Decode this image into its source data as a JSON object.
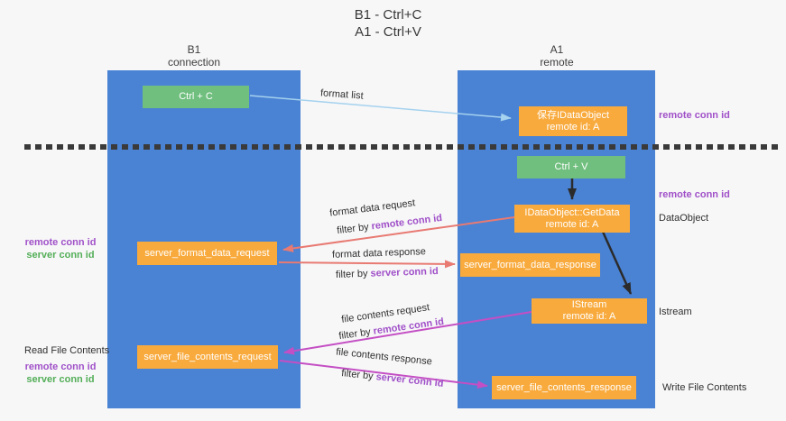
{
  "colors": {
    "lane_blue": "#4a82d4",
    "box_green": "#70bf7e",
    "box_orange": "#f8aa3d",
    "arrow_blue": "#a5d2ee",
    "arrow_salmon": "#e87a72",
    "arrow_magenta": "#c44fc4",
    "text_purple": "#a050c8",
    "text_green": "#53ae57"
  },
  "title": {
    "line1": "B1 - Ctrl+C",
    "line2": "A1 - Ctrl+V"
  },
  "lanes": {
    "left": {
      "name": "B1",
      "sub": "connection"
    },
    "right": {
      "name": "A1",
      "sub": "remote"
    }
  },
  "boxes": {
    "ctrl_c": "Ctrl + C",
    "ctrl_v": "Ctrl + V",
    "save_dataobject": {
      "line1": "保存IDataObject",
      "line2": "remote id: A"
    },
    "getdata": {
      "line1": "IDataObject::GetData",
      "line2": "remote id: A"
    },
    "istream": {
      "line1": "IStream",
      "line2": "remote id: A"
    },
    "format_request": "server_format_data_request",
    "format_response": "server_format_data_response",
    "file_request": "server_file_contents_request",
    "file_response": "server_file_contents_response"
  },
  "edges": {
    "format_list": "format list",
    "format_data_request": "format data request",
    "format_data_response": "format data response",
    "file_contents_request": "file contents request",
    "file_contents_response": "file contents response",
    "filter_by": "filter by",
    "remote_conn_id": "remote conn id",
    "server_conn_id": "server conn id"
  },
  "side_labels": {
    "remote_conn_id_top": "remote conn id",
    "remote_conn_id_mid": "remote conn id",
    "dataobject": "DataObject",
    "istream": "Istream",
    "write_file_contents": "Write File Contents",
    "read_file_contents": "Read File Contents",
    "left_remote_conn_id_1": "remote conn id",
    "left_server_conn_id_1": "server conn id",
    "left_remote_conn_id_2": "remote conn id",
    "left_server_conn_id_2": "server conn id"
  }
}
